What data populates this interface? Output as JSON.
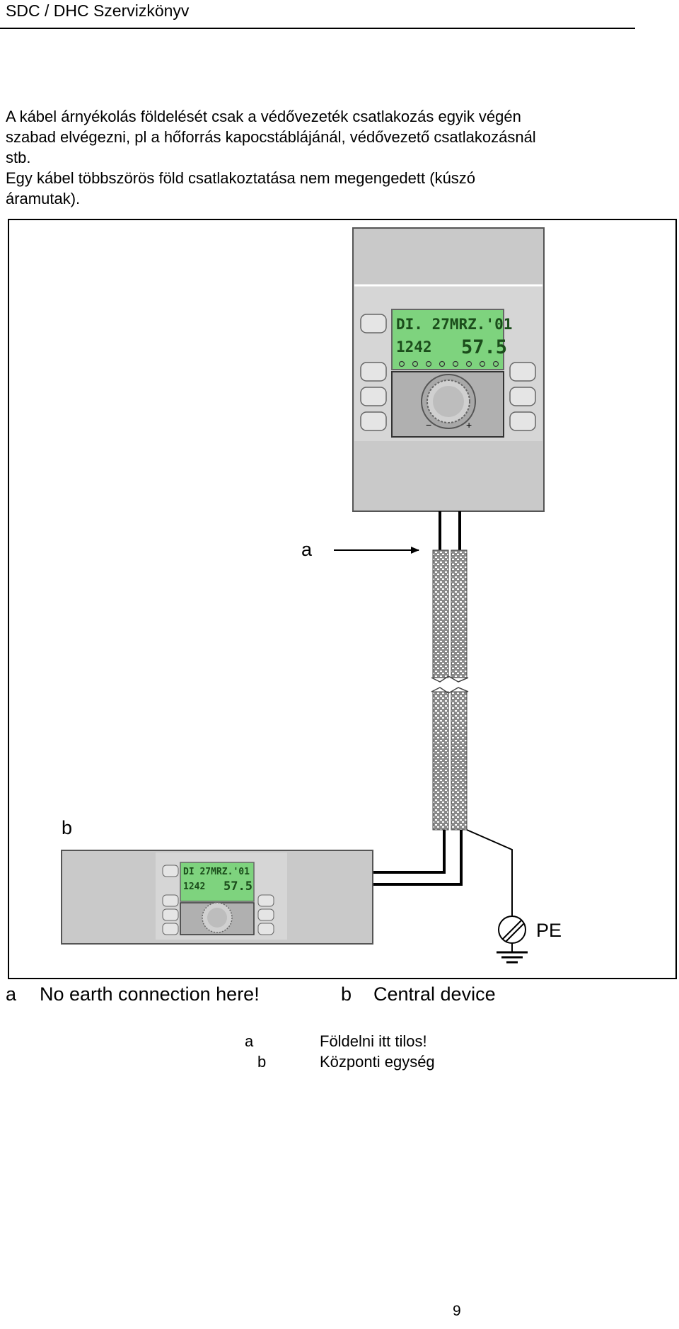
{
  "header": {
    "title": "SDC / DHC Szervizkönyv"
  },
  "paragraphs": [
    {
      "lines": [
        "A kábel árnyékolás földelését csak a védővezeték csatlakozás egyik végén",
        "szabad elvégezni, pl a hőforrás kapocstáblájánál, védővezető csatlakozásnál",
        "stb."
      ]
    },
    {
      "lines": [
        "Egy kábel többszörös föld csatlakoztatása nem megengedett (kúszó",
        "áramutak)."
      ]
    }
  ],
  "figure": {
    "label_a": "a",
    "label_b": "b",
    "pe_label": "PE",
    "display_line1": "DI. 27MRZ.'01",
    "display_line2_left": "1242",
    "display_line2_right": "57.5",
    "small_display_line1": "DI 27MRZ.'01",
    "small_display_line2_left": "1242",
    "small_display_line2_right": "57.5",
    "knob_minus": "−",
    "knob_plus": "+"
  },
  "caption": {
    "a_key": "a",
    "a_text": "No earth connection here!",
    "b_key": "b",
    "b_text": "Central device"
  },
  "legend": [
    {
      "key": "a",
      "text": "Földelni itt tilos!"
    },
    {
      "key": "b",
      "text": "Központi egység"
    }
  ],
  "footer": {
    "page_number": "9"
  },
  "colors": {
    "panel_gray": "#c9c9c9",
    "lcd_green": "#7ed37e",
    "cable_gray": "#8a8a8a"
  }
}
